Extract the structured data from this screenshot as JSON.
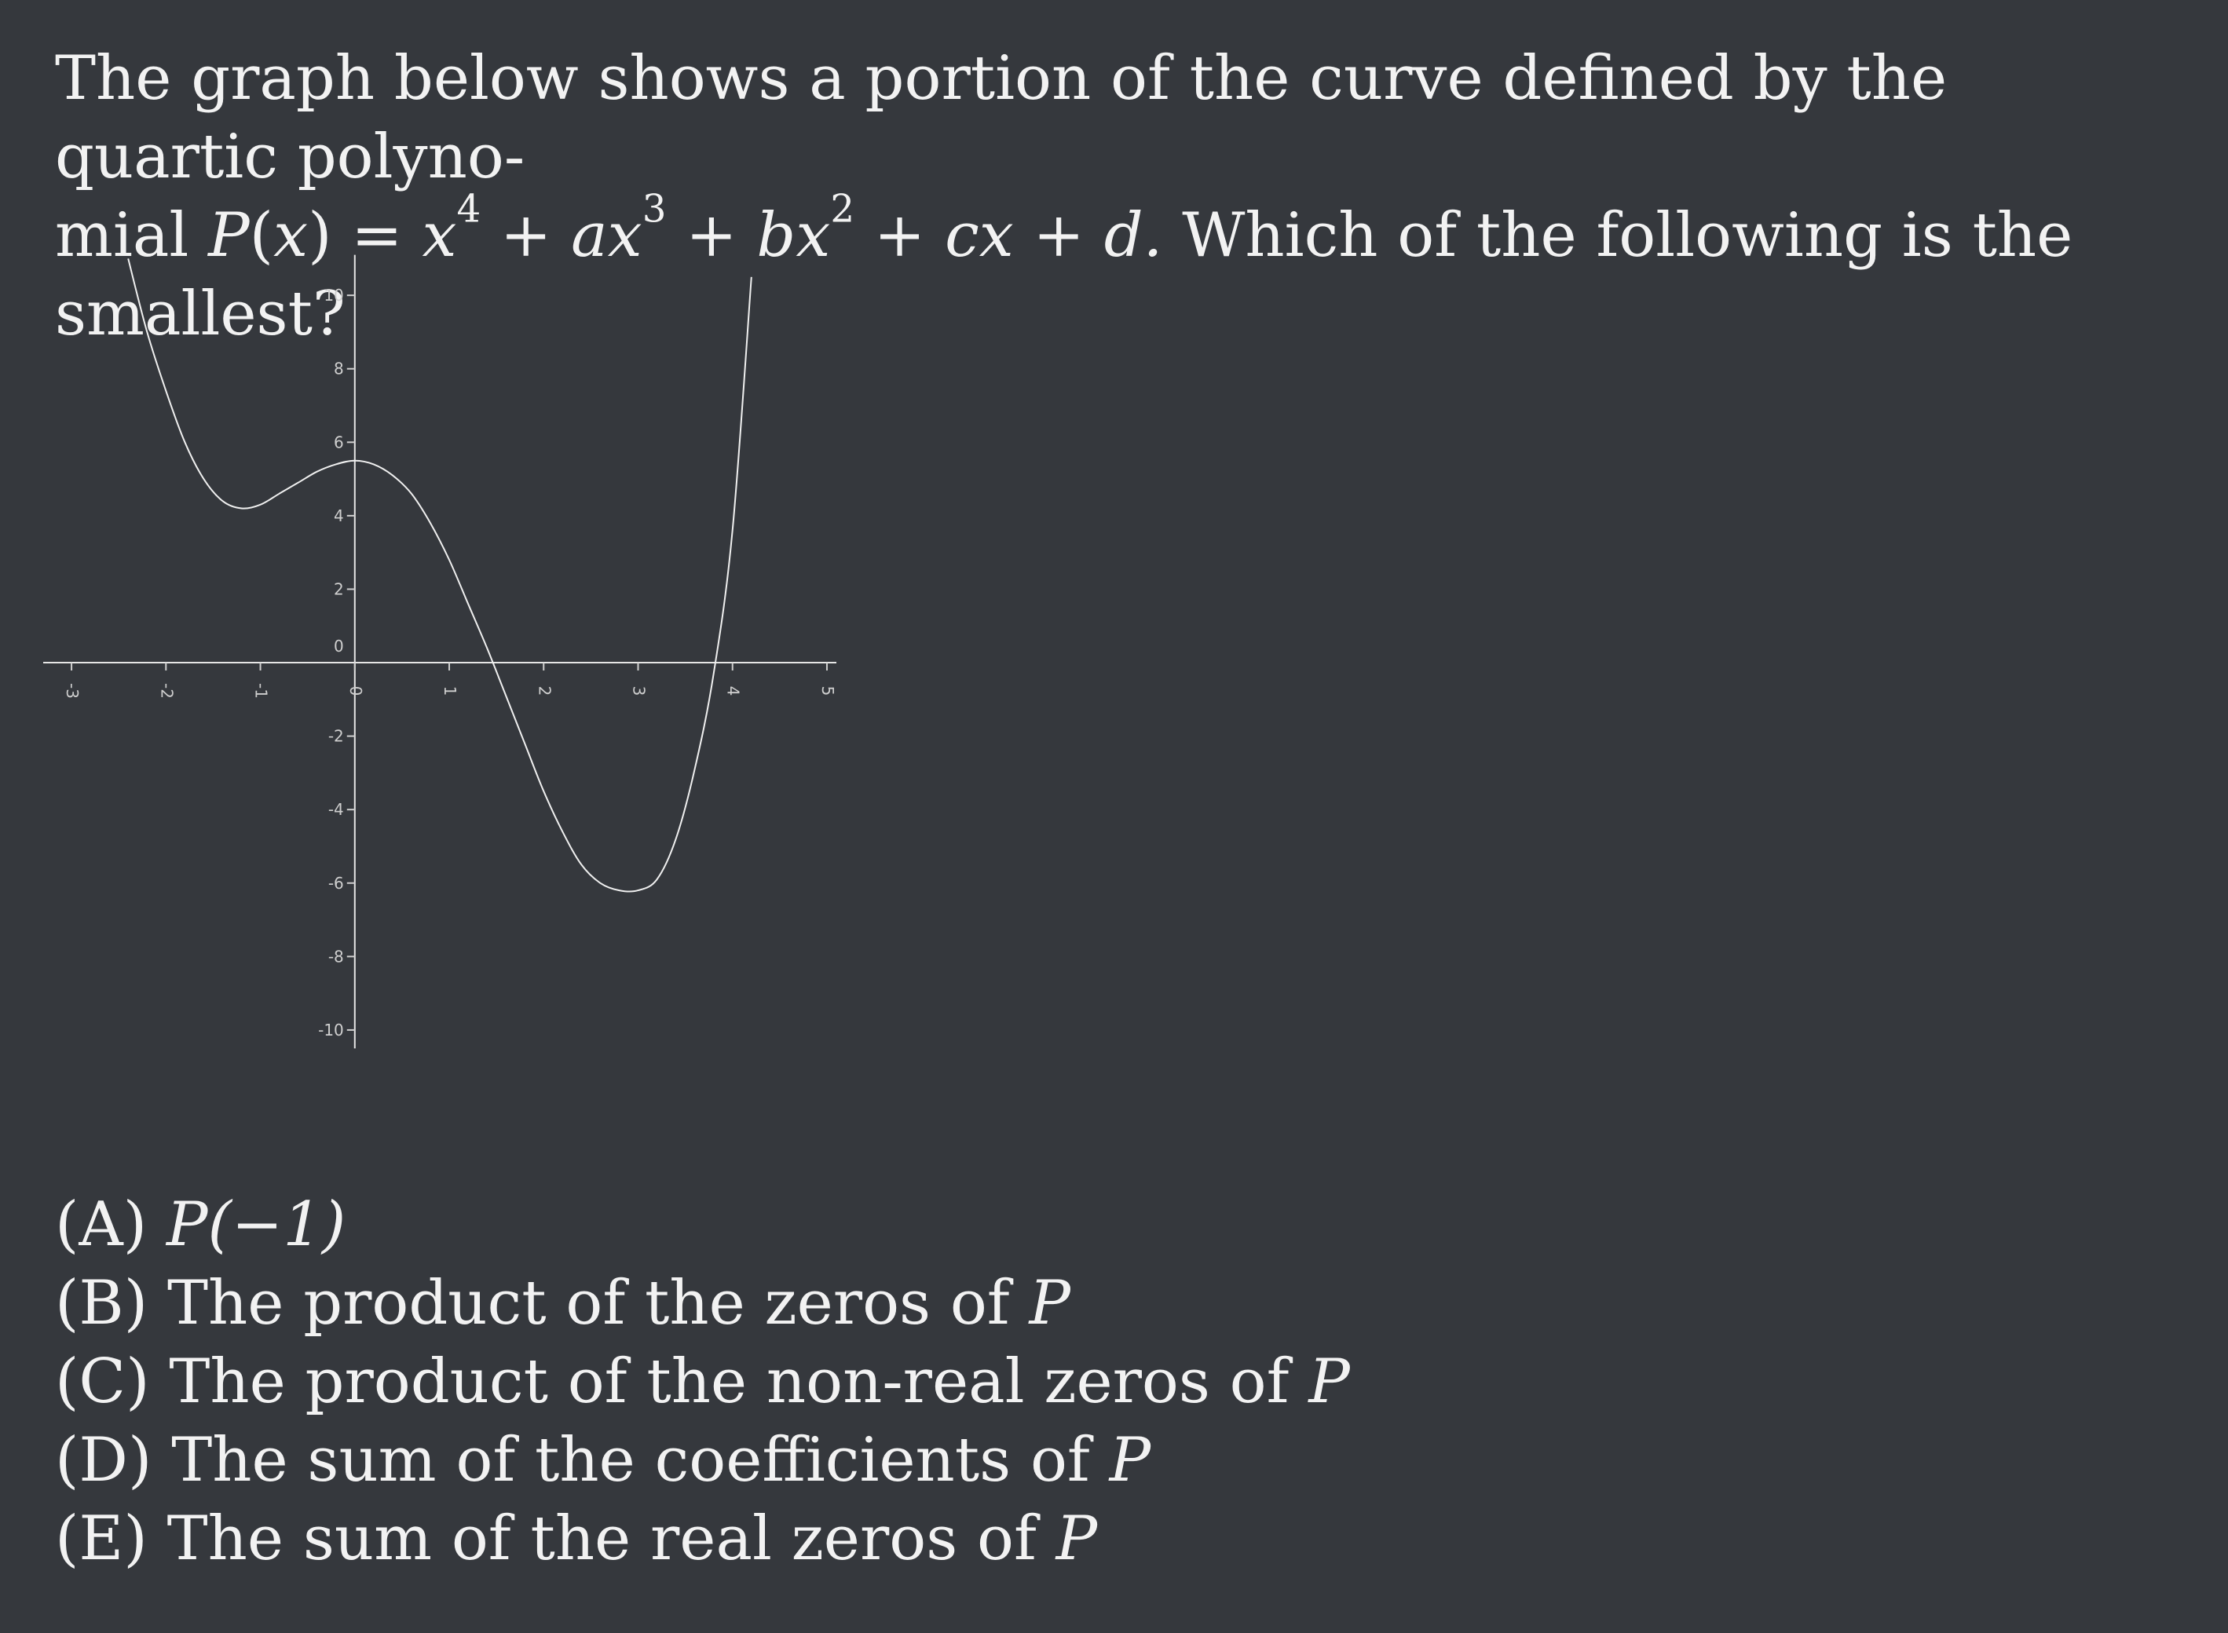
{
  "question": {
    "intro": "The graph below shows a portion of the curve defined by the quartic polyno-",
    "line2_start": "mial",
    "fn_name": "P",
    "fn_var": "x",
    "rhs_1": "x",
    "rhs_2": "+ ax",
    "rhs_3": "+ bx",
    "rhs_4": "+ cx + d.",
    "exp4": "4",
    "exp3": "3",
    "exp2": "2",
    "ask": "Which of the following is the smallest?"
  },
  "chart_data": {
    "type": "line",
    "x_ticks": [
      -3,
      -2,
      -1,
      0,
      1,
      2,
      3,
      4,
      5
    ],
    "y_ticks": [
      -10,
      -8,
      -6,
      -4,
      -2,
      0,
      2,
      4,
      6,
      8,
      10
    ],
    "xlim": [
      -3.3,
      5.1
    ],
    "ylim": [
      -10.6,
      11.2
    ],
    "grid": false,
    "series": [
      {
        "x": [
          -2.4,
          -2.2,
          -2.0,
          -1.8,
          -1.6,
          -1.4,
          -1.2,
          -1.0,
          -0.8,
          -0.6,
          -0.4,
          -0.2,
          0.0,
          0.2,
          0.4,
          0.6,
          0.8,
          1.0,
          1.2,
          1.4,
          1.6,
          1.8,
          2.0,
          2.2,
          2.4,
          2.6,
          2.8,
          3.0,
          3.2,
          3.4,
          3.6,
          3.8,
          4.0,
          4.2
        ],
        "y": [
          11.0,
          9.0,
          7.4,
          6.0,
          5.0,
          4.4,
          4.2,
          4.3,
          4.6,
          4.9,
          5.2,
          5.4,
          5.5,
          5.4,
          5.1,
          4.6,
          3.8,
          2.8,
          1.6,
          0.4,
          -0.9,
          -2.2,
          -3.5,
          -4.6,
          -5.5,
          -6.0,
          -6.2,
          -6.2,
          -5.9,
          -4.8,
          -2.9,
          -0.3,
          3.6,
          10.5
        ]
      }
    ]
  },
  "choices": [
    {
      "letter": "(A)",
      "text": "",
      "math": "P(−1)"
    },
    {
      "letter": "(B)",
      "text": "The product of the zeros of",
      "math": "P"
    },
    {
      "letter": "(C)",
      "text": "The product of the non-real zeros of",
      "math": "P"
    },
    {
      "letter": "(D)",
      "text": "The sum of the coefficients of",
      "math": "P"
    },
    {
      "letter": "(E)",
      "text": "The sum of the real zeros of",
      "math": "P"
    }
  ]
}
